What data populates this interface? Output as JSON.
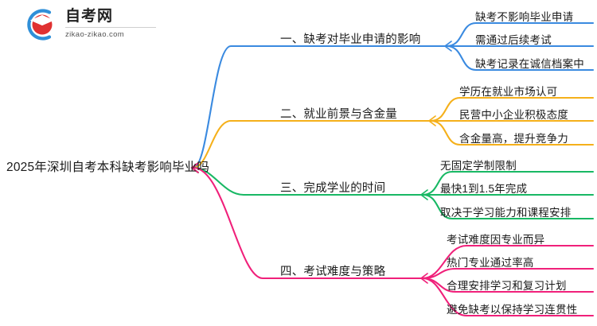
{
  "logo": {
    "name_cn": "自考网",
    "url": "zikao-zikao.com",
    "mark_icon": "graduation-cap-icon",
    "arc_color": "#2f8fd8",
    "cap_color": "#e03131"
  },
  "mindmap": {
    "root": {
      "label": "2025年深圳自考本科缺考影响毕业吗"
    },
    "branches": [
      {
        "label": "一、缺考对毕业申请的影响",
        "color": "#3a8ae0",
        "children": [
          {
            "label": "缺考不影响毕业申请"
          },
          {
            "label": "需通过后续考试"
          },
          {
            "label": "缺考记录在诚信档案中"
          }
        ]
      },
      {
        "label": "二、就业前景与含金量",
        "color": "#f5b01a",
        "children": [
          {
            "label": "学历在就业市场认可"
          },
          {
            "label": "民营中小企业积极态度"
          },
          {
            "label": "含金量高，提升竞争力"
          }
        ]
      },
      {
        "label": "三、完成学业的时间",
        "color": "#18b864",
        "children": [
          {
            "label": "无固定学制限制"
          },
          {
            "label": "最快1到1.5年完成"
          },
          {
            "label": "取决于学习能力和课程安排"
          }
        ]
      },
      {
        "label": "四、考试难度与策略",
        "color": "#f0207a",
        "children": [
          {
            "label": "考试难度因专业而异"
          },
          {
            "label": "热门专业通过率高"
          },
          {
            "label": "合理安排学习和复习计划"
          },
          {
            "label": "避免缺考以保持学习连贯性"
          }
        ]
      }
    ]
  }
}
